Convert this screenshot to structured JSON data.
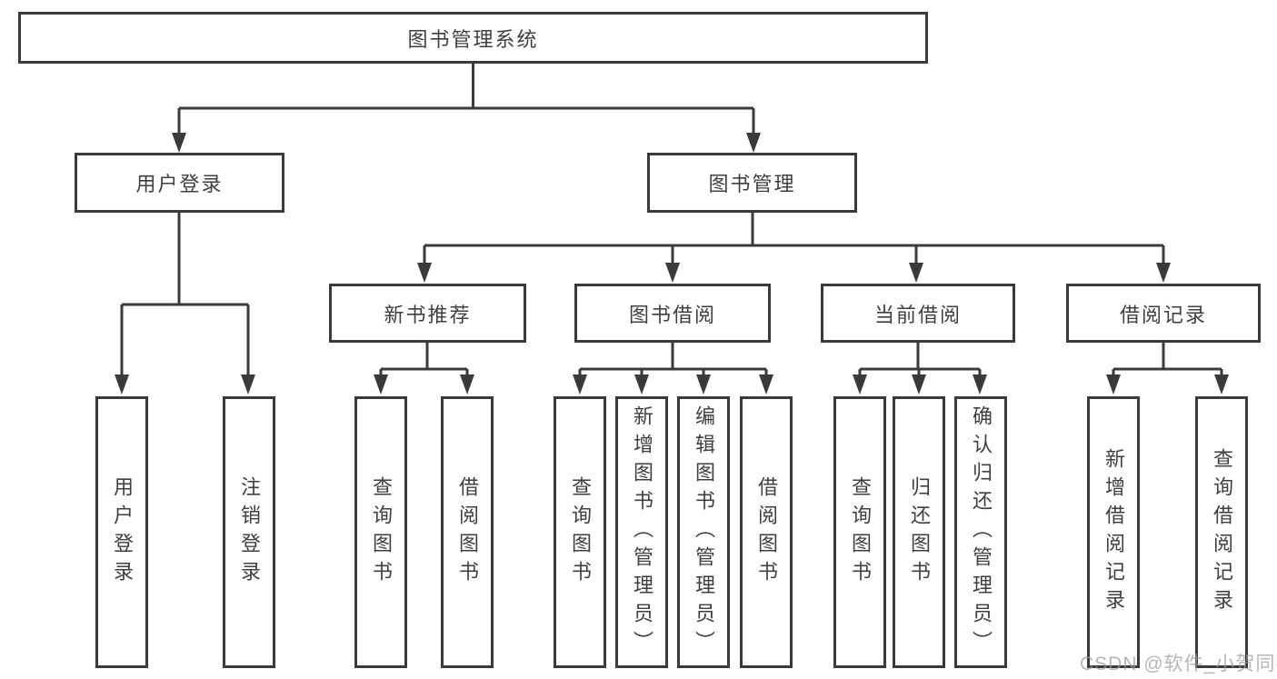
{
  "diagram": {
    "type": "tree",
    "colors": {
      "background": "#ffffff",
      "line": "#3a3a3a",
      "box_border": "#3a3a3a",
      "box_fill": "#ffffff",
      "text": "#3f3f3f",
      "watermark": "#9a9a9a"
    },
    "tree": {
      "root": {
        "label": "图书管理系统"
      },
      "level2": [
        {
          "label": "用户登录"
        },
        {
          "label": "图书管理"
        }
      ],
      "level3": [
        {
          "label": "新书推荐"
        },
        {
          "label": "图书借阅"
        },
        {
          "label": "当前借阅"
        },
        {
          "label": "借阅记录"
        }
      ],
      "level4": {
        "login": [
          {
            "label": "用户登录"
          },
          {
            "label": "注销登录"
          }
        ],
        "recommend": [
          {
            "label": "查询图书"
          },
          {
            "label": "借阅图书"
          }
        ],
        "borrow": [
          {
            "label": "查询图书"
          },
          {
            "label": "新增图书（管理员）"
          },
          {
            "label": "编辑图书（管理员）"
          },
          {
            "label": "借阅图书"
          }
        ],
        "current": [
          {
            "label": "查询图书"
          },
          {
            "label": "归还图书"
          },
          {
            "label": "确认归还（管理员）"
          }
        ],
        "records": [
          {
            "label": "新增借阅记录"
          },
          {
            "label": "查询借阅记录"
          }
        ]
      }
    },
    "watermark": {
      "text": "CSDN @软件_小贺同学"
    }
  }
}
